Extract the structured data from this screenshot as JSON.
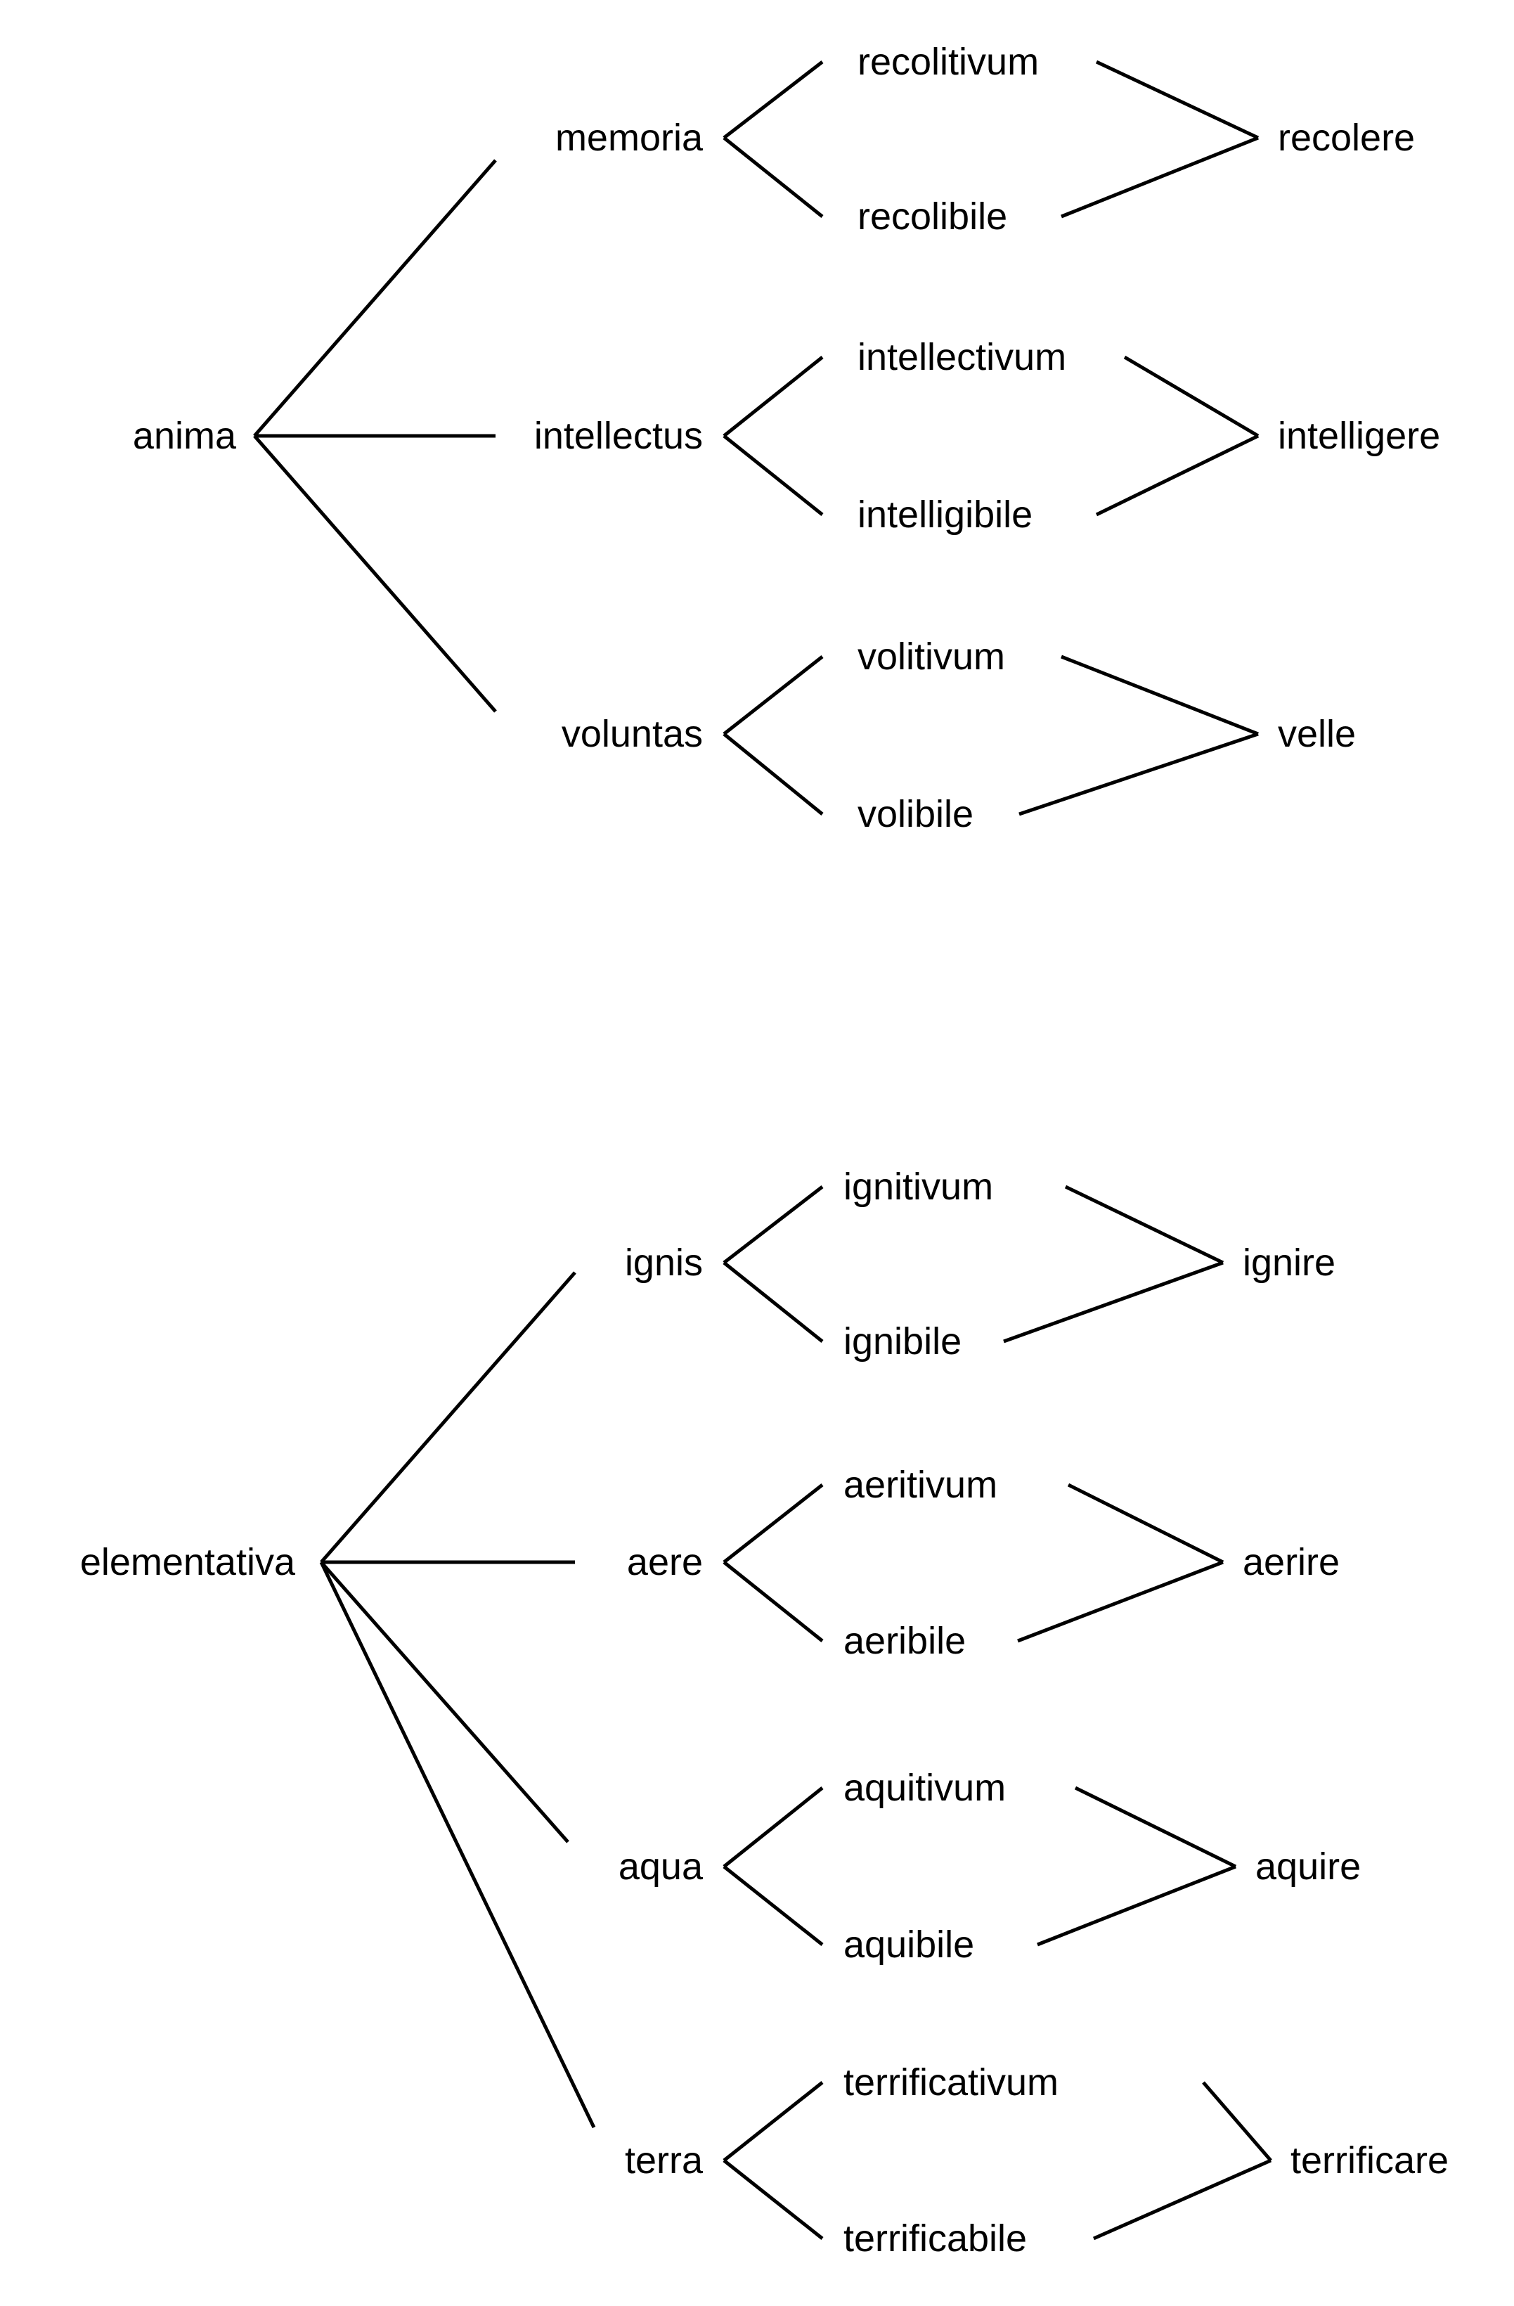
{
  "diagram": {
    "type": "tree-diagram",
    "background_color": "#ffffff",
    "line_color": "#000000",
    "text_color": "#000000",
    "trees": [
      {
        "id": "anima-tree",
        "root": "anima",
        "branches": [
          {
            "id": "memoria",
            "label": "memoria",
            "correlatives": [
              "recolitivum",
              "recolibile"
            ],
            "act": "recolere"
          },
          {
            "id": "intellectus",
            "label": "intellectus",
            "correlatives": [
              "intellectivum",
              "intelligibile"
            ],
            "act": "intelligere"
          },
          {
            "id": "voluntas",
            "label": "voluntas",
            "correlatives": [
              "volitivum",
              "volibile"
            ],
            "act": "velle"
          }
        ]
      },
      {
        "id": "elementativa-tree",
        "root": "elementativa",
        "branches": [
          {
            "id": "ignis",
            "label": "ignis",
            "correlatives": [
              "ignitivum",
              "ignibile"
            ],
            "act": "ignire"
          },
          {
            "id": "aere",
            "label": "aere",
            "correlatives": [
              "aeritivum",
              "aeribile"
            ],
            "act": "aerire"
          },
          {
            "id": "aqua",
            "label": "aqua",
            "correlatives": [
              "aquitivum",
              "aquibile"
            ],
            "act": "aquire"
          },
          {
            "id": "terra",
            "label": "terra",
            "correlatives": [
              "terrificativum",
              "terrificabile"
            ],
            "act": "terrificare"
          }
        ]
      }
    ]
  },
  "labels": {
    "anima": "anima",
    "memoria": "memoria",
    "intellectus": "intellectus",
    "voluntas": "voluntas",
    "recolitivum": "recolitivum",
    "recolibile": "recolibile",
    "recolere": "recolere",
    "intellectivum": "intellectivum",
    "intelligibile": "intelligibile",
    "intelligere": "intelligere",
    "volitivum": "volitivum",
    "volibile": "volibile",
    "velle": "velle",
    "elementativa": "elementativa",
    "ignis": "ignis",
    "aere": "aere",
    "aqua": "aqua",
    "terra": "terra",
    "ignitivum": "ignitivum",
    "ignibile": "ignibile",
    "ignire": "ignire",
    "aeritivum": "aeritivum",
    "aeribile": "aeribile",
    "aerire": "aerire",
    "aquitivum": "aquitivum",
    "aquibile": "aquibile",
    "aquire": "aquire",
    "terrificativum": "terrificativum",
    "terrificabile": "terrificabile",
    "terrificare": "terrificare"
  }
}
